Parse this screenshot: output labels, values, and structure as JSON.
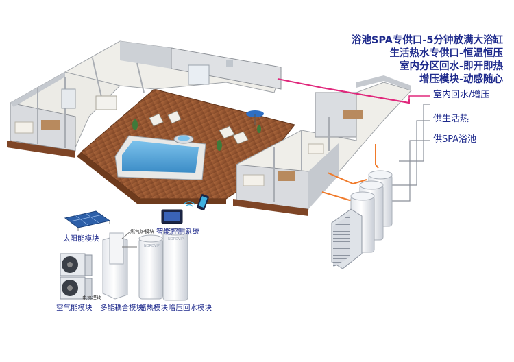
{
  "features": [
    "浴池SPA专供口-5分钟放满大浴缸",
    "生活热水专供口-恒温恒压",
    "室内分区回水-即开即热",
    "增压模块-动感随心"
  ],
  "pipe_labels": {
    "return": "室内回水/增压",
    "domestic": "供生活热",
    "spa": "供SPA浴池"
  },
  "modules": {
    "solar": "太阳能模块",
    "smart_control": "智能控制系统",
    "air_energy": "空气能模块",
    "coupling": "多能耦合模块",
    "storage": "储热模块",
    "booster": "增压回水模块",
    "gas_furnace": "燃气炉模块",
    "electric_furnace": "电热模块"
  },
  "brand": {
    "tank_logo": "NORDVIP"
  },
  "colors": {
    "text_blue": "#1e2a8c",
    "pipe_magenta": "#e0287c",
    "pipe_orange": "#f07a2a",
    "pipe_gray": "#8a8f99",
    "deck_wood": "#9a5a35",
    "pool_water": "#5aa7d8"
  },
  "icons": [
    "solar-panel-icon",
    "tablet-control-icon",
    "smartphone-icon",
    "wifi-icon",
    "air-energy-unit-icon",
    "outdoor-unit-icon",
    "storage-tank-icon"
  ]
}
